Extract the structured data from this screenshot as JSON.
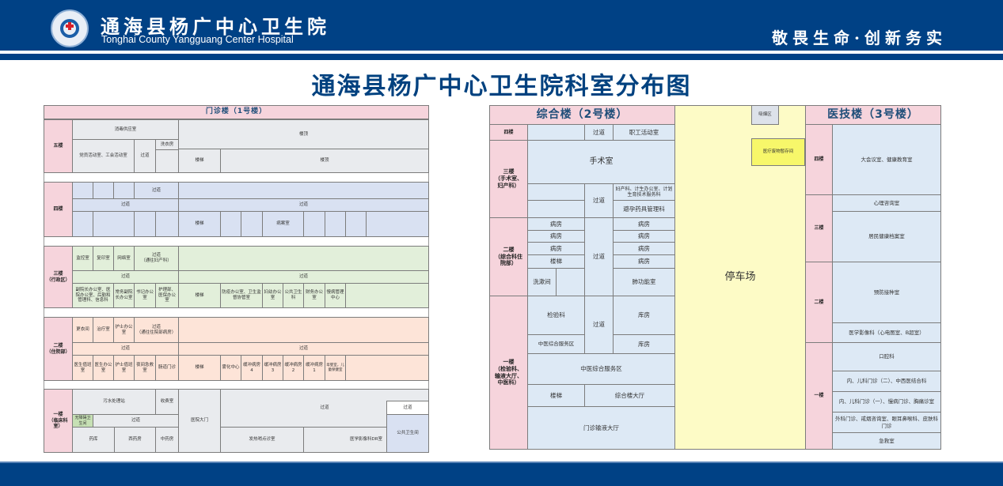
{
  "header": {
    "hospital_name_cn": "通海县杨广中心卫生院",
    "hospital_name_en": "Tonghai County Yangguang Center Hospital",
    "slogan": "敬畏生命·创新务实",
    "logo_icon": "hospital-logo-icon"
  },
  "page_title": "通海县杨广中心卫生院科室分布图",
  "colors": {
    "brand_blue": "#004185",
    "title_blue": "#00417f",
    "floor_label_pink": "#f6d4dc",
    "parking_yellow": "#fdfbc6",
    "medical_waste_yellow": "#f7f76a"
  },
  "building1": {
    "title": "门诊楼（1号楼）",
    "floor5": {
      "label": "五楼",
      "rooms": {
        "disinfection": "消毒供应室",
        "party_union": "党员活动室、工会活动室",
        "corridor": "过道",
        "laundry": "洗衣房",
        "roof_top": "楼顶",
        "stairs": "楼梯",
        "roof_bottom": "楼顶"
      }
    },
    "floor4": {
      "label": "四楼",
      "rooms": {
        "corridor_top": "过道",
        "corridor_left": "过道",
        "corridor_right": "过道",
        "stairs": "楼梯",
        "records": "病案室"
      }
    },
    "floor3": {
      "label": "三楼\n（行政区）",
      "rooms": {
        "monitor": "监控室",
        "copy": "复印室",
        "network": "网络室",
        "corridor_obgyn": "过道\n（通往妇产科）",
        "corridor_left": "过道",
        "corridor_right": "过道",
        "vice_dean": "副院长办公室、医院办公室、后勤和管理科、信息科",
        "exec_vice_dean": "常务副院长办公室",
        "secretary": "书记办公室",
        "nursing": "护理部、医保办公室",
        "stairs": "楼梯",
        "epidemic": "防疫办公室、卫生监督协管室",
        "maternal": "妇幼办公室",
        "public_health": "公共卫生科",
        "finance": "财务办公室",
        "chronic": "慢病管理中心"
      }
    },
    "floor2": {
      "label": "二楼\n（住院部）",
      "rooms": {
        "changing": "更衣间",
        "treatment": "治疗室",
        "nurse_office": "护士办公室",
        "corridor_ward": "过道\n（通往住院部病房）",
        "corridor_left": "过道",
        "corridor_right": "过道",
        "doctor_duty": "医生值班室",
        "doctor_office": "医生办公室",
        "nurse_duty": "护士值班室",
        "night_er": "夜间急救室",
        "intestinal": "肠道门诊",
        "stairs": "楼梯",
        "nebulizer": "雾化中心",
        "buffer4": "缓冲病房4",
        "buffer3": "缓冲病房3",
        "buffer2": "缓冲病房2",
        "buffer1": "缓冲病房1",
        "maternity": "母婴室，儿童保健室"
      }
    },
    "floor1": {
      "label": "一楼\n（临床科室）",
      "rooms": {
        "sewage": "污水处理站",
        "cashier": "收费室",
        "accessible_wc": "无障碍卫生间",
        "corridor_left": "过道",
        "pharmacy_store": "药库",
        "western_pharmacy": "西药房",
        "chinese_pharmacy": "中药房",
        "main_gate": "医院大门",
        "corridor_right": "过道",
        "fever_clinic": "发热哨点诊室",
        "dr_room": "医学影像科DR室",
        "corridor_out": "过道",
        "public_wc": "公共卫生间"
      }
    }
  },
  "building2": {
    "title": "综合楼（2号楼）",
    "floor4": {
      "label": "四楼",
      "corridor": "过道",
      "staff_activity": "职工活动室"
    },
    "floor3": {
      "label": "三楼\n（手术室、\n妇产科）",
      "surgery": "手术室",
      "corridor": "过道",
      "obgyn_office": "妇产科、计生办公室、计划生育技术服务科",
      "contraceptive": "避孕药具管理科"
    },
    "floor2": {
      "label": "二楼\n（综合科住\n院部）",
      "ward1": "病房",
      "ward2": "病房",
      "ward3": "病房",
      "stairs": "楼梯",
      "washroom": "洗漱间",
      "corridor": "过道",
      "ward_r1": "病房",
      "ward_r2": "病房",
      "ward_r3": "病房",
      "ward_r4": "病房",
      "lung_function": "肺功能室"
    },
    "floor1": {
      "label": "一楼\n（检验科、\n输液大厅、\n中医科）",
      "lab": "检验科",
      "corridor": "过道",
      "storage1": "库房",
      "tcm_service_small": "中医综合服务区",
      "storage2": "库房",
      "tcm_service": "中医综合服务区",
      "stairs": "楼梯",
      "lobby": "综合楼大厅",
      "infusion_hall": "门诊输液大厅"
    }
  },
  "parking": {
    "label": "停车场",
    "smoking": "吸烟区",
    "medical_waste": "医疗废物暂存间"
  },
  "building3": {
    "title": "医技楼（3号楼）",
    "floor4": {
      "label": "四楼",
      "meeting": "大会议室、健康教育室"
    },
    "floor3": {
      "label": "三楼",
      "counseling": "心理咨询室",
      "health_records": "居民健康档案室"
    },
    "floor2": {
      "label": "二楼",
      "vaccination": "预防接种室",
      "imaging": "医学影像科（心电图室、B超室）"
    },
    "floor1": {
      "label": "一楼",
      "dental": "口腔科",
      "internal2": "内、儿科门诊（二）、中西医结合科",
      "internal1": "内、儿科门诊（一）、慢病门诊、胸痛诊室",
      "surgery_clinic": "外科门诊、戒烟咨询室、眼耳鼻喉科、皮肤科门诊",
      "emergency": "急救室"
    }
  }
}
